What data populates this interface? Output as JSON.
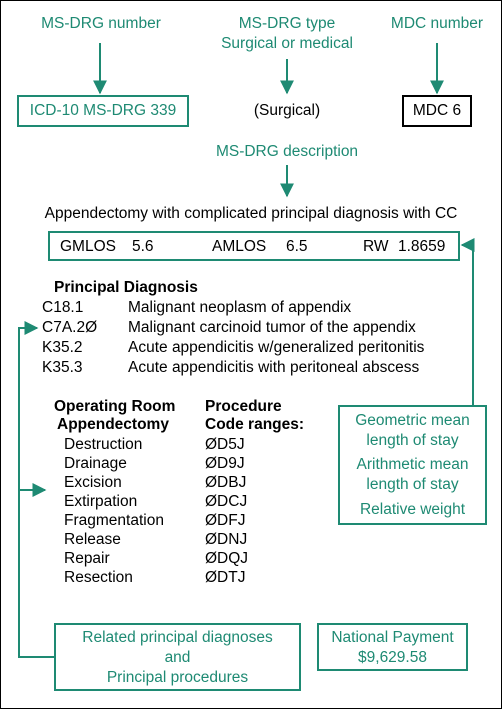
{
  "labels": {
    "msdrg_number": "MS-DRG number",
    "msdrg_type_line1": "MS-DRG type",
    "msdrg_type_line2": "Surgical or medical",
    "mdc_number": "MDC number",
    "msdrg_description": "MS-DRG description"
  },
  "values": {
    "icd_box": "ICD-10 MS-DRG 339",
    "surgical": "(Surgical)",
    "mdc_box": "MDC 6",
    "description": "Appendectomy with complicated principal diagnosis with CC"
  },
  "stats": {
    "gmlos_label": "GMLOS",
    "gmlos_value": "5.6",
    "amlos_label": "AMLOS",
    "amlos_value": "6.5",
    "rw_label": "RW",
    "rw_value": "1.8659"
  },
  "principal_diagnosis": {
    "heading": "Principal Diagnosis",
    "rows": [
      {
        "code": "C18.1",
        "desc": "Malignant neoplasm of appendix"
      },
      {
        "code": "C7A.2Ø",
        "desc": "Malignant carcinoid tumor of the appendix"
      },
      {
        "code": "K35.2",
        "desc": "Acute appendicitis w/generalized peritonitis"
      },
      {
        "code": "K35.3",
        "desc": "Acute appendicitis with peritoneal abscess"
      }
    ]
  },
  "operating_room": {
    "heading_line1": "Operating Room",
    "heading_line2": "Appendectomy",
    "proc_heading_line1": "Procedure",
    "proc_heading_line2": "Code ranges:",
    "rows": [
      {
        "name": "Destruction",
        "code": "ØD5J"
      },
      {
        "name": "Drainage",
        "code": "ØD9J"
      },
      {
        "name": "Excision",
        "code": "ØDBJ"
      },
      {
        "name": "Extirpation",
        "code": "ØDCJ"
      },
      {
        "name": "Fragmentation",
        "code": "ØDFJ"
      },
      {
        "name": "Release",
        "code": "ØDNJ"
      },
      {
        "name": "Repair",
        "code": "ØDQJ"
      },
      {
        "name": "Resection",
        "code": "ØDTJ"
      }
    ]
  },
  "legend_box": {
    "geometric_line1": "Geometric mean",
    "geometric_line2": "length of stay",
    "arithmetic_line1": "Arithmetic mean",
    "arithmetic_line2": "length of stay",
    "relative": "Relative weight"
  },
  "related_box": {
    "line1": "Related principal diagnoses",
    "line2": "and",
    "line3": "Principal procedures"
  },
  "payment_box": {
    "line1": "National Payment",
    "line2": "$9,629.58"
  },
  "colors": {
    "accent": "#1e8a73",
    "text": "#000000"
  }
}
